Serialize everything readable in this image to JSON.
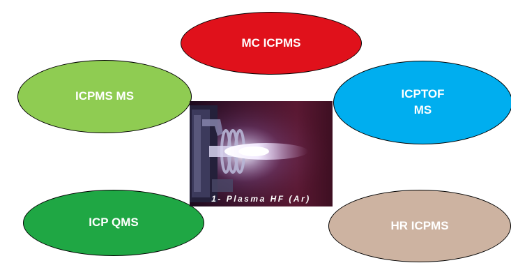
{
  "ovals": {
    "mc": {
      "label": "MC ICPMS",
      "color": "#e0111b"
    },
    "msms": {
      "label": "ICPMS MS",
      "color": "#8fcc52"
    },
    "tof": {
      "label": "ICPTOF\nMS",
      "color": "#00aeef"
    },
    "qms": {
      "label": "ICP QMS",
      "color": "#1fa744"
    },
    "hr": {
      "label": "HR ICPMS",
      "color": "#cdb3a1"
    }
  },
  "photo": {
    "caption": "1- Plasma HF (Ar)"
  }
}
